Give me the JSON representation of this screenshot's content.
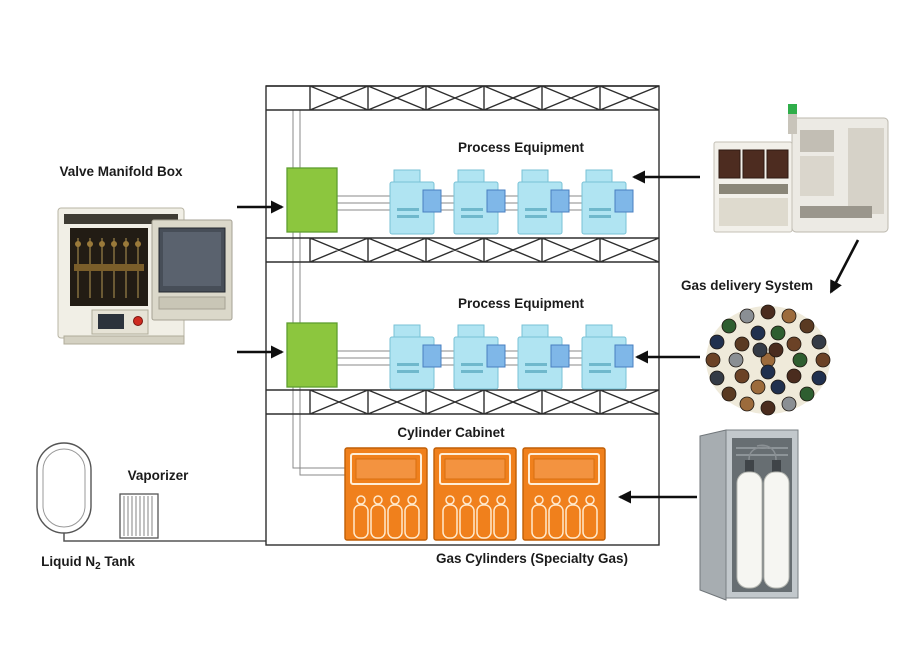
{
  "diagram": {
    "labels": {
      "valve_manifold_box": "Valve Manifold Box",
      "process_equipment_top": "Process Equipment",
      "process_equipment_mid": "Process Equipment",
      "cylinder_cabinet": "Cylinder Cabinet",
      "gas_cylinders": "Gas Cylinders (Specialty Gas)",
      "gas_delivery_system": "Gas delivery System",
      "vaporizer": "Vaporizer",
      "liquid_n2_prefix": "Liquid N",
      "liquid_n2_sub": "2",
      "liquid_n2_suffix": " Tank"
    },
    "colors": {
      "green_box": "#8cc63e",
      "green_box_border": "#5f9e2f",
      "blue_equipment": "#b0e4f2",
      "blue_equipment_border": "#79c2d6",
      "blue_accent": "#7fb7e8",
      "orange_cabinet": "#f0801c",
      "orange_cabinet_border": "#c05f06",
      "frame_line": "#2e2e2e",
      "label_text": "#1b1b1b"
    },
    "structure": {
      "floors": [
        "Process Equipment",
        "Process Equipment",
        "Cylinder Cabinet"
      ],
      "process_units_per_floor": 4,
      "cylinder_cabinets": 3,
      "cylinders_per_cabinet": 4
    }
  }
}
